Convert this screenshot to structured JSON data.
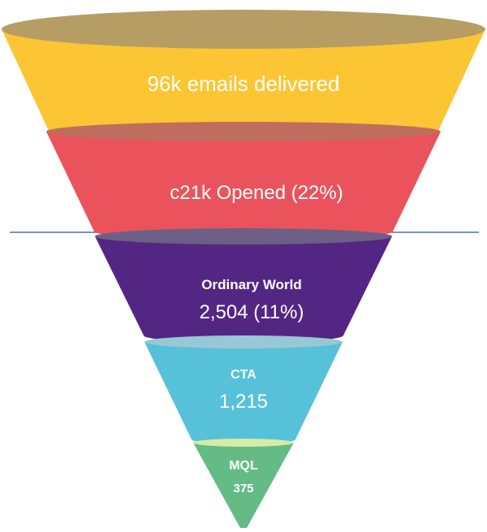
{
  "stages": [
    {
      "label": "96k emails delivered",
      "value": ""
    },
    {
      "label": "c21k Opened (22%)",
      "value": ""
    },
    {
      "label": "Ordinary World",
      "value": "2,504  (11%)"
    },
    {
      "label": "CTA",
      "value": "1,215"
    },
    {
      "label": "MQL",
      "value": "375"
    }
  ],
  "colors": {
    "stage_1": "#fbc534",
    "stage_1_top": "#b59d64",
    "stage_2": "#ea535b",
    "stage_2_top": "#bf6d5e",
    "stage_3": "#542684",
    "stage_3_top": "#6d5f85",
    "stage_4": "#57c1da",
    "stage_4_top": "#96c9d3",
    "stage_5": "#64bb85",
    "stage_5_top": "#d6eba7",
    "divider_line": "#2f4f9a"
  }
}
